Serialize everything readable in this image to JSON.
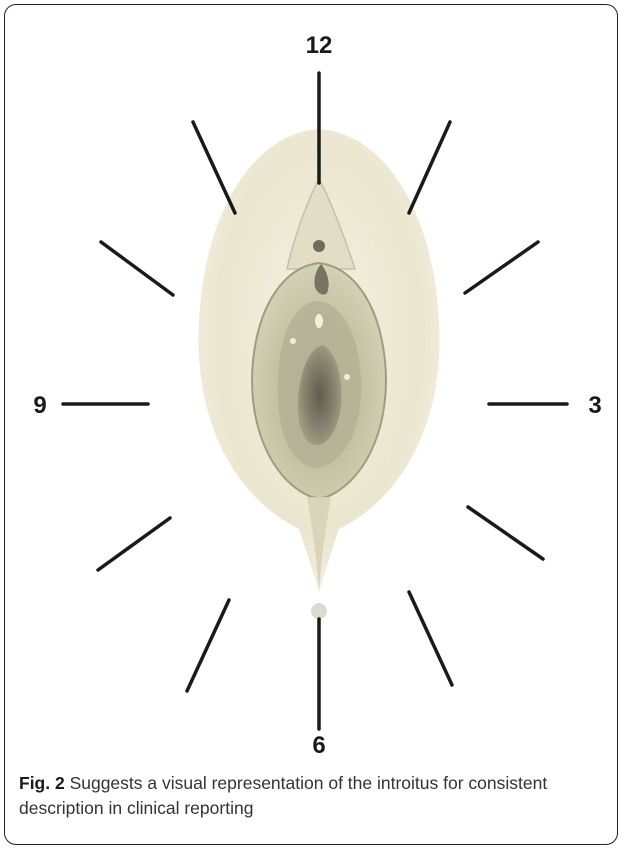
{
  "diagram": {
    "clock_numbers": {
      "twelve": "12",
      "three": "3",
      "six": "6",
      "nine": "9"
    }
  },
  "caption": {
    "label": "Fig. 2",
    "text": " Suggests a visual representation of the introitus for consistent description in clinical reporting"
  },
  "colors": {
    "tick": "#1a1a1a",
    "outer_halo": "#ece7d4",
    "inner_region": "#c9c7a4",
    "center_region": "#7e7c68",
    "frame_border": "#222222"
  }
}
